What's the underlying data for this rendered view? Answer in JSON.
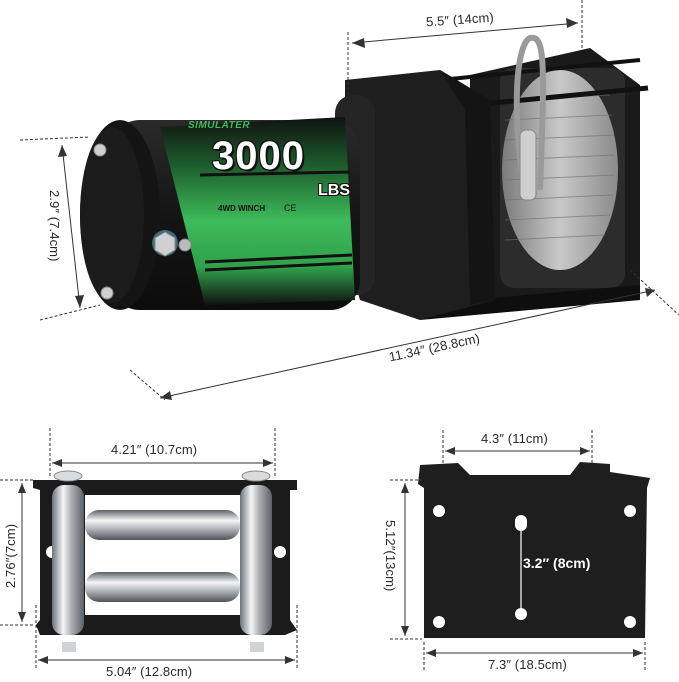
{
  "product": {
    "brand": "SIMULATER",
    "capacity_value": "3000",
    "capacity_unit": "LBS",
    "model_text": "4WD WINCH",
    "cert_mark": "CE",
    "colors": {
      "label_green": "#3dbb5a",
      "body_black": "#1c1c1c",
      "cable_gray": "#a8a8a8",
      "chrome": "#d9dde0",
      "dimension_line": "#333333"
    }
  },
  "views": {
    "winch": {
      "width_drum": "5.5″ (14cm)",
      "height": "2.9″ (7.4cm)",
      "length": "11.34″ (28.8cm)"
    },
    "fairlead": {
      "inner_width": "4.21″ (10.7cm)",
      "height": "2.76″(7cm)",
      "outer_width": "5.04″ (12.8cm)"
    },
    "mount_plate": {
      "top_width": "4.3″ (11cm)",
      "height": "5.12″(13cm)",
      "hole_spacing": "3.2″ (8cm)",
      "bottom_width": "7.3″ (18.5cm)"
    }
  }
}
